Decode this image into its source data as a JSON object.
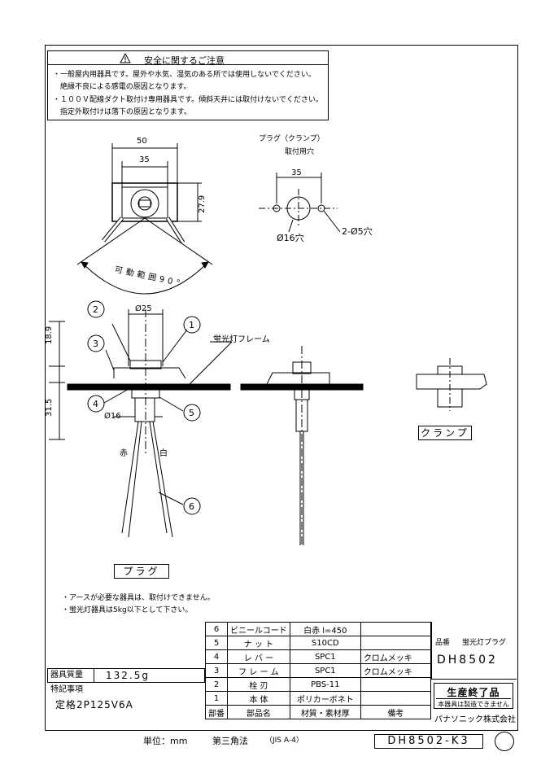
{
  "safety": {
    "title": "安全に関するご注意",
    "lines": [
      "・一般屋内用器具です。屋外や水気、湿気のある所では使用しないでください。",
      "　絶縁不良による感電の原因となります。",
      "・１００Ｖ配線ダクト取付け専用器具です。傾斜天井には取付けないでください。",
      "　指定外取付けは落下の原因となります。"
    ]
  },
  "drawing": {
    "dim_50": "50",
    "dim_35": "35",
    "dim_27_9": "27.9",
    "range_label": "可動範囲90°",
    "hole_title": "プラグ（クランプ）",
    "hole_subtitle": "取付用穴",
    "hole_dim_35": "35",
    "hole_phi16": "Ø16穴",
    "hole_2phi5": "2-Ø5穴",
    "dim_phi25": "Ø25",
    "dim_18_9": "18.9",
    "dim_31_5": "31.5",
    "dim_phi16": "Ø16",
    "frame_label": "蛍光灯フレーム",
    "red": "赤",
    "white": "白",
    "clamp_label": "クランプ",
    "plug_label": "プラグ",
    "callouts": [
      "1",
      "2",
      "3",
      "4",
      "5",
      "6"
    ]
  },
  "notes": [
    "・アースが必要な器具は、取付けできません。",
    "・蛍光灯器具は5kg以下として下さい。"
  ],
  "parts": [
    {
      "no": "6",
      "name": "ビニールコード",
      "material": "白赤 l=450",
      "remark": ""
    },
    {
      "no": "5",
      "name": "ナ ッ ト",
      "material": "S10CD",
      "remark": ""
    },
    {
      "no": "4",
      "name": "レ バ ー",
      "material": "SPC1",
      "remark": "クロムメッキ"
    },
    {
      "no": "3",
      "name": "フ レ ー ム",
      "material": "SPC1",
      "remark": "クロムメッキ"
    },
    {
      "no": "2",
      "name": "栓 刃",
      "material": "PBS-11",
      "remark": ""
    },
    {
      "no": "1",
      "name": "本 体",
      "material": "ポリカーボネト",
      "remark": ""
    }
  ],
  "parts_header": {
    "no": "部番",
    "name": "部品名",
    "material": "材質・素材厚",
    "remark": "備考"
  },
  "product": {
    "name_label": "品番",
    "name_value": "蛍光灯プラグ",
    "code": "DH8502"
  },
  "mass": {
    "label": "器具質量",
    "value": "132.5g"
  },
  "spec": {
    "label": "特記事項",
    "value": "定格2P125V6A"
  },
  "badge": {
    "main": "生産終了品",
    "sub": "本器具は製造できません"
  },
  "company": "パナソニック株式会社",
  "footer": {
    "unit": "単位：mm",
    "projection": "第三角法",
    "standard": "（JIS A-4）",
    "doc_number": "DH8502-K3"
  }
}
